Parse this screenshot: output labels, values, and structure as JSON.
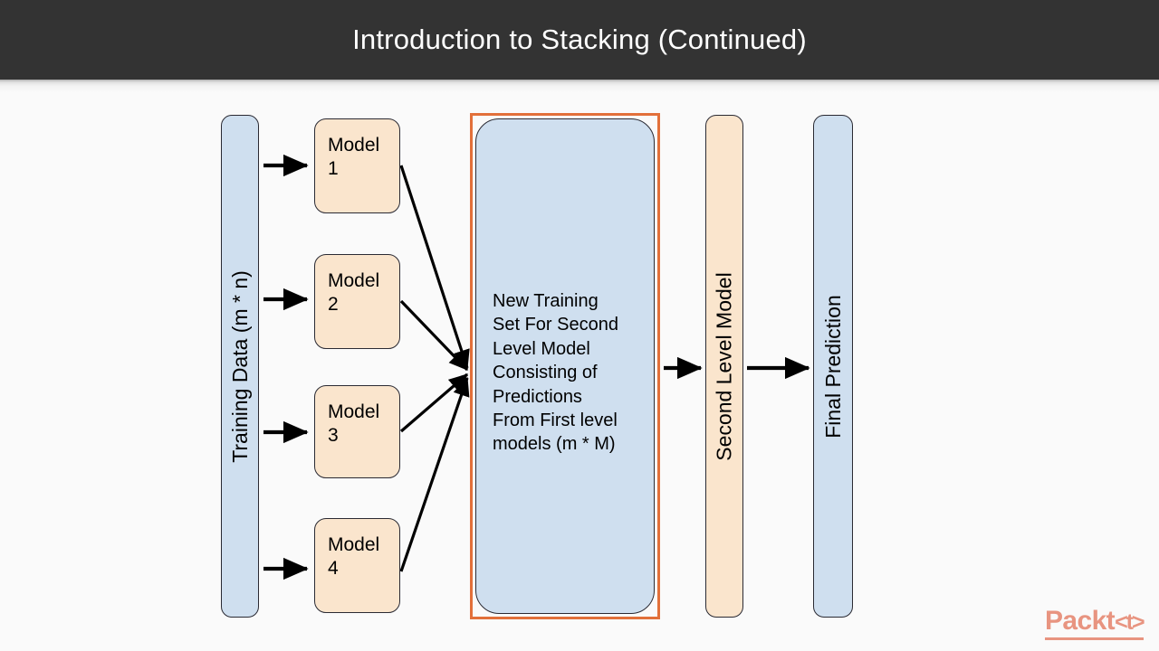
{
  "header": {
    "title": "Introduction to Stacking (Continued)",
    "background_color": "#333333",
    "text_color": "#ffffff"
  },
  "colors": {
    "slide_background": "#fafafa",
    "blue_fill": "#cfdfef",
    "peach_fill": "#fae5cd",
    "node_border": "#2a2a33",
    "highlight_border": "#e2703a",
    "arrow": "#000000",
    "logo": "#e89480"
  },
  "diagram": {
    "training_data": {
      "label": "Training Data (m * n)",
      "fill": "blue",
      "orientation": "vertical"
    },
    "models": [
      {
        "label": "Model\n1",
        "name": "model-1"
      },
      {
        "label": "Model\n2",
        "name": "model-2"
      },
      {
        "label": "Model\n3",
        "name": "model-3"
      },
      {
        "label": "Model\n4",
        "name": "model-4"
      }
    ],
    "new_training_set": {
      "label": "New Training\nSet For Second\nLevel Model\nConsisting of\nPredictions\nFrom First level\nmodels (m * M)",
      "fill": "blue",
      "highlighted": true
    },
    "second_level_model": {
      "label": "Second Level Model",
      "fill": "peach",
      "orientation": "vertical"
    },
    "final_prediction": {
      "label": "Final Prediction",
      "fill": "blue",
      "orientation": "vertical"
    }
  },
  "branding": {
    "logo_text": "Packt",
    "logo_mark": "<t>"
  }
}
